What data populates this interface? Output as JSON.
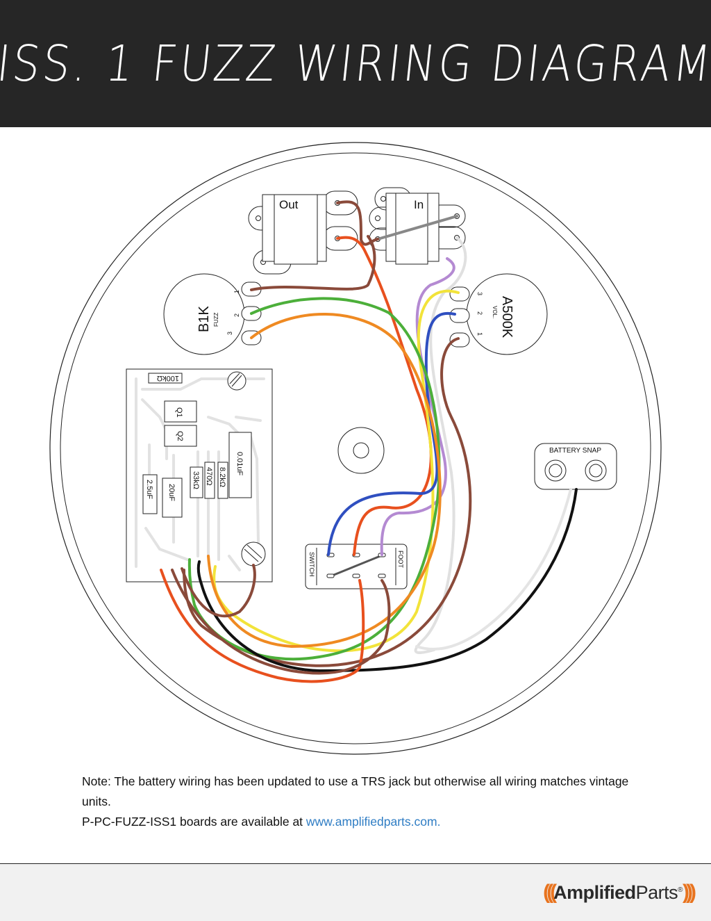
{
  "header": {
    "title": "ISS. 1 FUZZ WIRING DIAGRAM"
  },
  "jacks": {
    "out_label": "Out",
    "in_label": "In"
  },
  "pots": {
    "fuzz": {
      "value": "B1K",
      "name": "FUZZ",
      "lugs": [
        "1",
        "2",
        "3"
      ]
    },
    "volume": {
      "value": "A500K",
      "name": "VOL.",
      "lugs": [
        "3",
        "2",
        "1"
      ]
    }
  },
  "battery": {
    "label": "BATTERY SNAP"
  },
  "switch": {
    "left_label": "SWITCH",
    "right_label": "FOOT"
  },
  "board": {
    "components": {
      "r100k": "100kΩ",
      "q1": "Q1",
      "q2": "Q2",
      "c001": "0.01uF",
      "r82k": "8.2kΩ",
      "r470": "470Ω",
      "r33k": "33kΩ",
      "c20": "20uF",
      "c25": "2.5uF"
    }
  },
  "note": {
    "line1": "Note: The battery wiring has been updated to use a TRS jack but otherwise all wiring matches vintage units.",
    "line2_prefix": "P-PC-FUZZ-ISS1 boards are available at ",
    "link": "www.amplifiedparts.com."
  },
  "logo": {
    "part1": "Amplified",
    "part2": "Parts",
    "reg": "®"
  },
  "colors": {
    "header_bg": "#262626",
    "brown": "#8a4a3a",
    "orange_red": "#e8501e",
    "green": "#4caf3a",
    "orange": "#ef8a22",
    "yellow": "#f2e33a",
    "purple": "#b48ad2",
    "blue": "#2f4fc0",
    "black": "#111111",
    "white_wire": "#e4e4e4",
    "link": "#2f7dc4",
    "logo_accent": "#e8731e"
  }
}
